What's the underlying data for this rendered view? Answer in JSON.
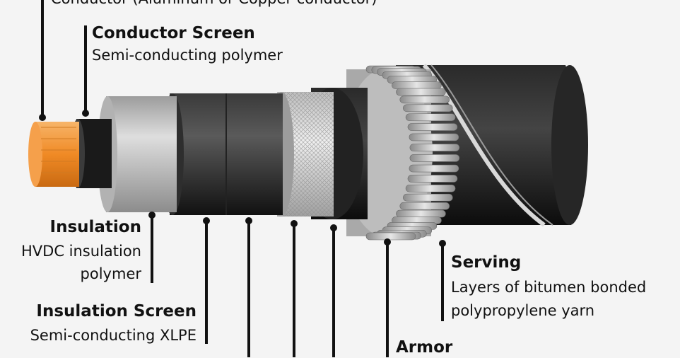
{
  "labels": {
    "conductor": {
      "desc_partial": "Conductor (Aluminum or Copper conductor)"
    },
    "conductor_screen": {
      "title": "Conductor Screen",
      "desc": "Semi-conducting polymer"
    },
    "insulation": {
      "title": "Insulation",
      "desc_line1": "HVDC insulation",
      "desc_line2": "polymer"
    },
    "insulation_screen": {
      "title": "Insulation Screen",
      "desc": "Semi-conducting XLPE"
    },
    "serving": {
      "title": "Serving",
      "desc_line1": "Layers of bitumen bonded",
      "desc_line2": "polypropylene yarn"
    },
    "armor": {
      "title": "Armor"
    }
  },
  "colors": {
    "background": "#f4f4f4",
    "conductor": "#f59a3a",
    "insulation": "#d2d2d2",
    "jacket": "#1c1c1c",
    "leader": "#111111"
  }
}
